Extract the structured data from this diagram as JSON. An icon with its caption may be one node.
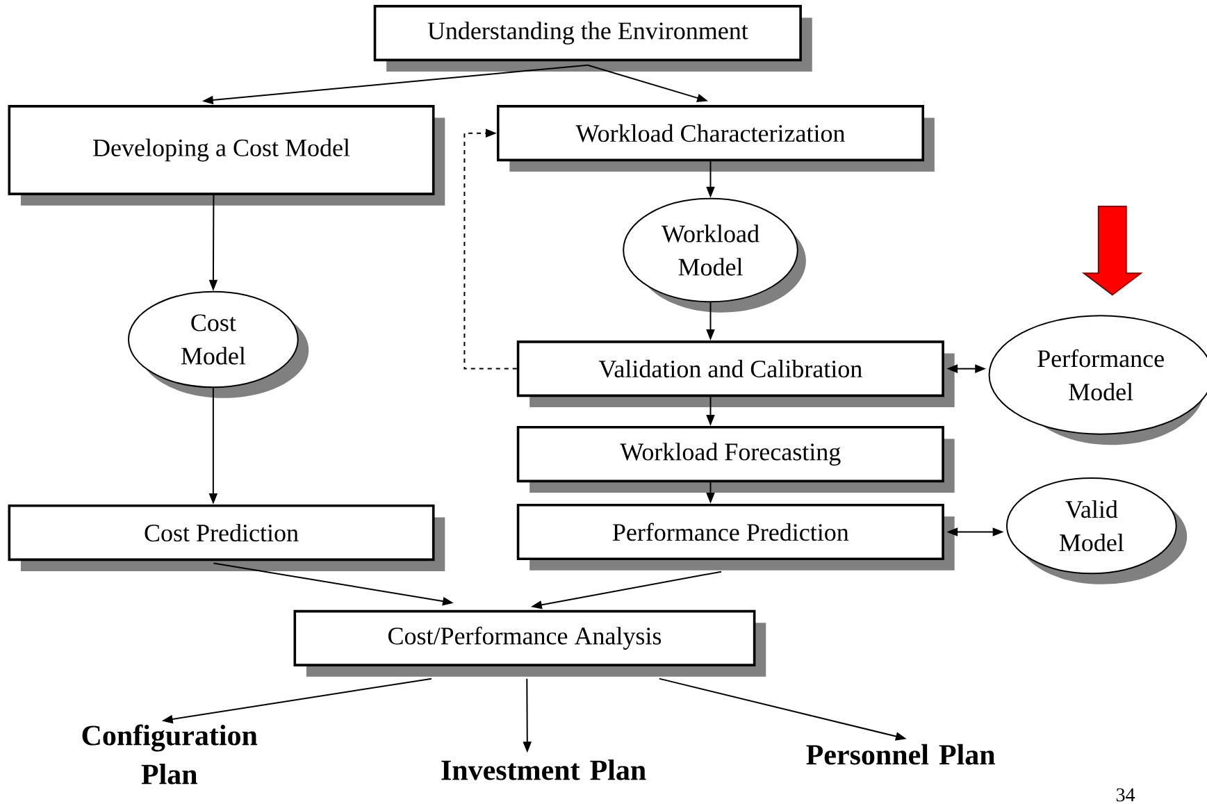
{
  "diagram": {
    "nodes": [
      {
        "text": [
          "Understanding the Environment"
        ]
      },
      {
        "text": [
          "Developing a Cost Model"
        ]
      },
      {
        "text": [
          "Workload Characterization"
        ]
      },
      {
        "text": [
          "Workload Model"
        ]
      },
      {
        "text": [
          "Cost Model"
        ]
      },
      {
        "text": [
          "Validation and Calibration"
        ]
      },
      {
        "text": [
          "Performance Model"
        ]
      },
      {
        "text": [
          "Workload Forecasting"
        ]
      },
      {
        "text": [
          "Cost Prediction"
        ]
      },
      {
        "text": [
          "Performance Prediction"
        ]
      },
      {
        "text": [
          "Valid Model"
        ]
      },
      {
        "text": [
          "Cost/Performance Analysis"
        ]
      },
      {
        "text": [
          "Configuration Plan"
        ]
      },
      {
        "text": [
          "Investment Plan"
        ]
      },
      {
        "text": [
          "Personnel Plan"
        ]
      }
    ],
    "edges": [
      {
        "from": 0,
        "to": 1,
        "arrow": "to"
      },
      {
        "from": 0,
        "to": 2,
        "arrow": "to"
      },
      {
        "from": 1,
        "to": 4,
        "arrow": "to"
      },
      {
        "from": 2,
        "to": 3,
        "arrow": "to"
      },
      {
        "from": 3,
        "to": 5,
        "arrow": "to"
      },
      {
        "from": 5,
        "to": 2,
        "arrow": "to",
        "style": "dashed"
      },
      {
        "from": 5,
        "to": 6,
        "arrow": "both"
      },
      {
        "from": 5,
        "to": 7,
        "arrow": "to"
      },
      {
        "from": 7,
        "to": 9,
        "arrow": "to"
      },
      {
        "from": 9,
        "to": 10,
        "arrow": "both"
      },
      {
        "from": 4,
        "to": 8,
        "arrow": "to"
      },
      {
        "from": 8,
        "to": 11,
        "arrow": "to"
      },
      {
        "from": 9,
        "to": 11,
        "arrow": "to"
      },
      {
        "from": 11,
        "to": 12,
        "arrow": "to"
      },
      {
        "from": 11,
        "to": 13,
        "arrow": "to"
      },
      {
        "from": 11,
        "to": 14,
        "arrow": "to"
      }
    ],
    "labels": [
      "34"
    ]
  }
}
